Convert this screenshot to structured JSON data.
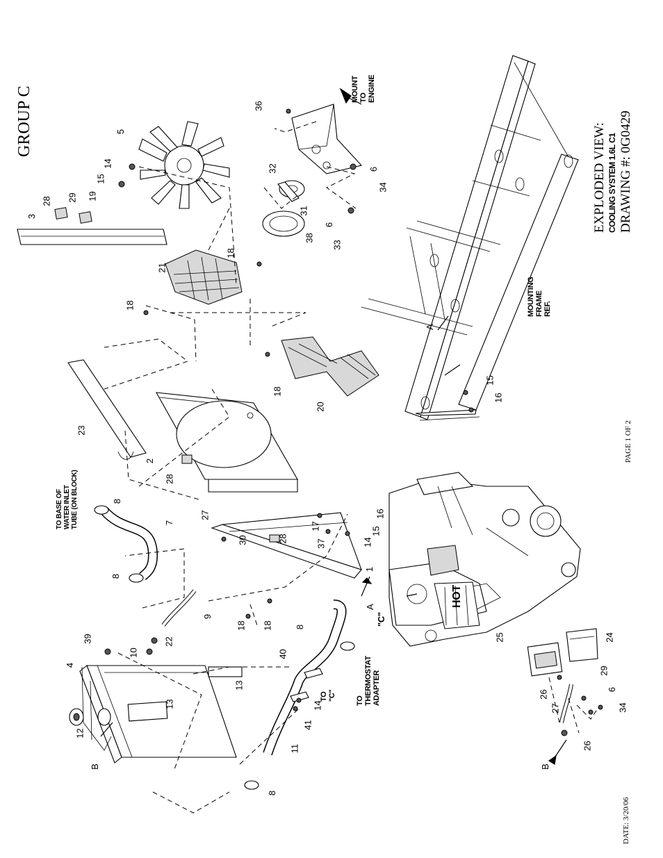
{
  "header": {
    "group_title": "GROUP C",
    "view_title": "EXPLODED VIEW:",
    "system_name": "COOLING SYSTEM 1.6L C1",
    "drawing_number": "DRAWING #: 0G0429"
  },
  "footer": {
    "date": "DATE:  3/20/06",
    "page": "PAGE 1 OF 2"
  },
  "notes": {
    "water_inlet": [
      "TO BASE OF",
      "WATER INLET",
      "TUBE (ON BLOCK)"
    ],
    "thermostat": [
      "TO",
      "THERMOSTAT",
      "ADAPTER"
    ],
    "to_c": [
      "TO",
      "\"C\""
    ],
    "mount_engine": [
      "MOUNT",
      "TO",
      "ENGINE"
    ],
    "mounting_frame": [
      "MOUNTING",
      "FRAME",
      "REF."
    ],
    "engine_c": "\"C\"",
    "hot_label": "HOT"
  },
  "letters": {
    "a1": "A",
    "a2": "A",
    "b1": "B",
    "b2": "B"
  },
  "callouts": {
    "c1": "1",
    "c2": "2",
    "c3": "3",
    "c4": "4",
    "c5": "5",
    "c6a": "6",
    "c6b": "6",
    "c6c": "6",
    "c7": "7",
    "c8a": "8",
    "c8b": "8",
    "c8c": "8",
    "c8d": "8",
    "c9": "9",
    "c10": "10",
    "c11": "11",
    "c12": "12",
    "c13a": "13",
    "c13b": "13",
    "c14a": "14",
    "c14b": "14",
    "c14c": "14",
    "c15a": "15",
    "c15b": "15",
    "c15c": "15",
    "c16a": "16",
    "c16b": "16",
    "c17": "17",
    "c18a": "18",
    "c18b": "18",
    "c18c": "18",
    "c18d": "18",
    "c18e": "18",
    "c19": "19",
    "c20": "20",
    "c21": "21",
    "c22": "22",
    "c23": "23",
    "c24": "24",
    "c25": "25",
    "c26a": "26",
    "c26b": "26",
    "c27a": "27",
    "c27b": "27",
    "c28a": "28",
    "c28b": "28",
    "c28c": "28",
    "c29a": "29",
    "c29b": "29",
    "c30": "30",
    "c31": "31",
    "c32": "32",
    "c33": "33",
    "c34a": "34",
    "c34b": "34",
    "c36": "36",
    "c37": "37",
    "c38": "38",
    "c39": "39",
    "c40": "40",
    "c41": "41"
  }
}
